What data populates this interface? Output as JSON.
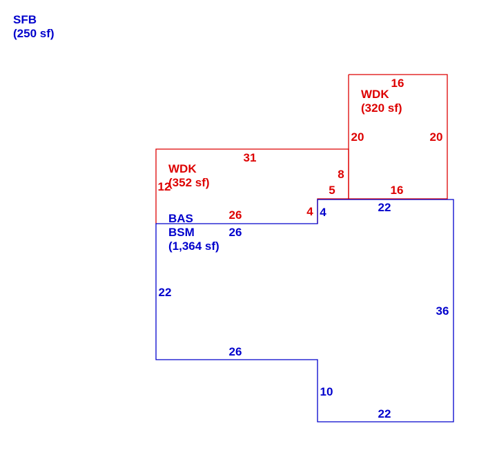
{
  "colors": {
    "main": "#0000cc",
    "deck": "#dd0000"
  },
  "areas": {
    "sfb": {
      "code": "SFB",
      "size": "(250 sf)"
    },
    "wdk_upper": {
      "code": "WDK",
      "size": "(320 sf)"
    },
    "wdk_lower": {
      "code": "WDK",
      "size": "(352 sf)"
    },
    "main": {
      "code1": "BAS",
      "code2": "BSM",
      "size": "(1,364 sf)"
    }
  },
  "dimensions": {
    "upper_deck": {
      "top": "16",
      "left": "20",
      "right": "20",
      "bottom": "16"
    },
    "lower_deck": {
      "top": "31",
      "left": "12",
      "step_upper": "8",
      "step_lower": "5",
      "notch": "4",
      "bottom": "26"
    },
    "main_house": {
      "top_left": "26",
      "notch": "4",
      "top_right": "22",
      "left": "22",
      "right": "36",
      "bottom_left": "26",
      "step": "10",
      "bottom_right": "22"
    }
  }
}
